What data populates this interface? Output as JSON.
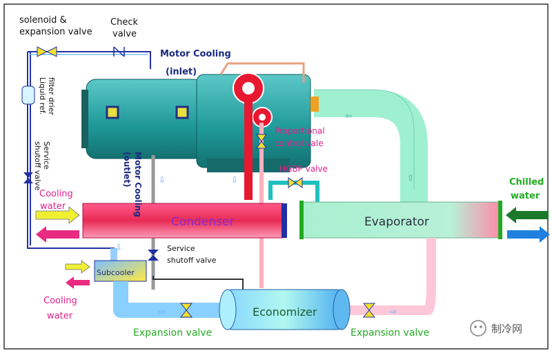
{
  "labels": {
    "solenoid": [
      "solenoid &",
      "expansion valve"
    ],
    "check_valve": [
      "Check",
      "valve"
    ],
    "motor_cooling_inlet": [
      "Motor Cooling",
      "(inlet)"
    ],
    "liquid_filter": [
      "Liquid ref.",
      "filter drier"
    ],
    "service_valve_left": [
      "Service",
      "shutoff valve"
    ],
    "motor_cooling_outlet": [
      "Motor Cooling",
      "(outlet)"
    ],
    "proportional": [
      "Proportional",
      "control vale"
    ],
    "hgbp": "HGBP valve",
    "chilled_water": [
      "Chilled",
      "water"
    ],
    "cooling_water_top": [
      "Cooling",
      "water"
    ],
    "condenser": "Condenser",
    "evaporator": "Evaporator",
    "service_valve_mid": [
      "Service",
      "shutoff valve"
    ],
    "subcooler": "Subcooler",
    "cooling_water_bottom": [
      "Cooling",
      "water"
    ],
    "economizer": "Economizer",
    "expansion_left": "Expansion valve",
    "expansion_right": "Expansion valve",
    "watermark": "制冷网"
  },
  "colors": {
    "pipe_blue": "#2030a0",
    "condenser_red": "#e83050",
    "evaporator_green": "#8ee0b0",
    "compressor": "#2aa0a0",
    "label_green": "#22aa22",
    "label_magenta": "#cc2299",
    "valve_yellow": "#f0e030"
  }
}
